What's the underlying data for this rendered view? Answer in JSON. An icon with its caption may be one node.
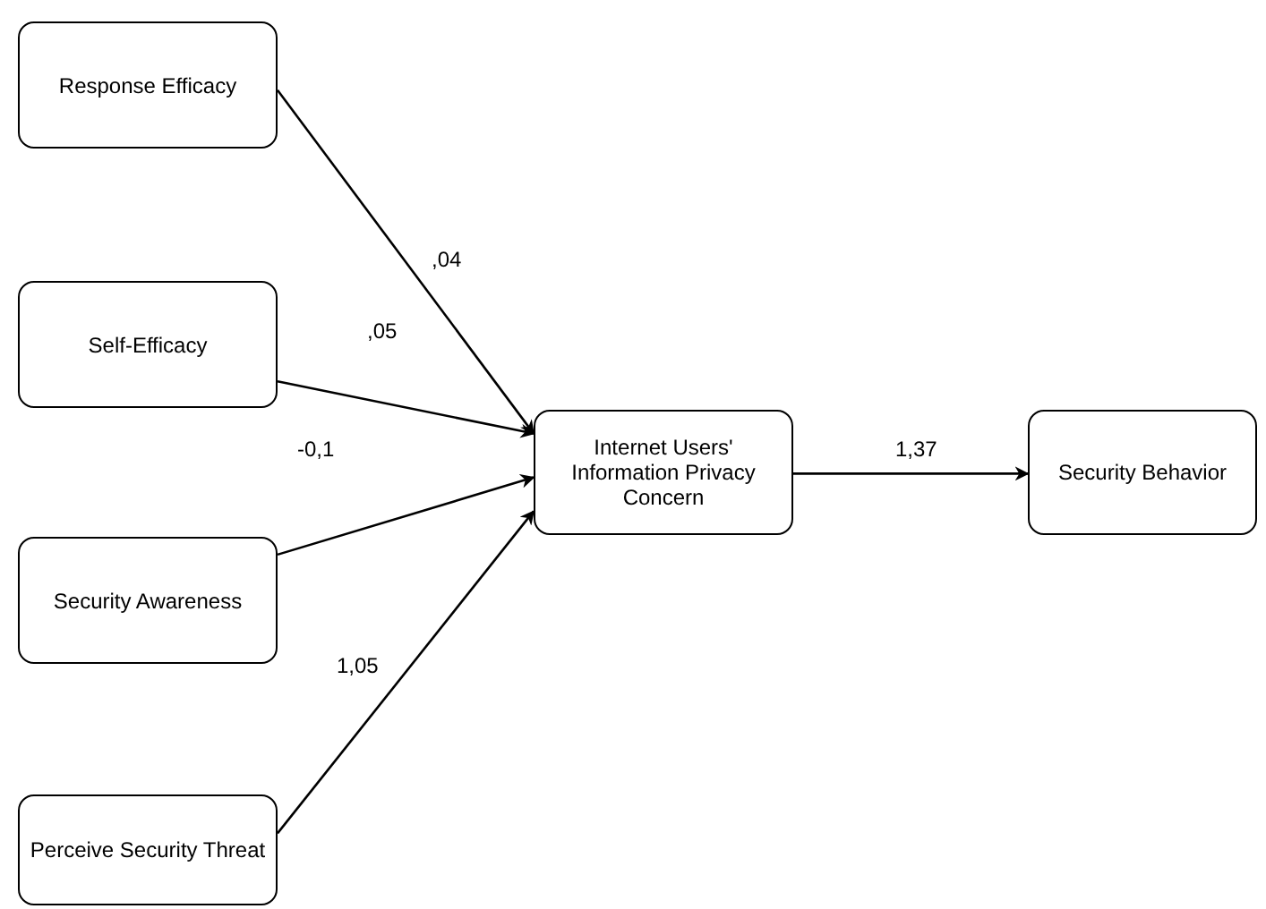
{
  "diagram": {
    "nodes": [
      {
        "text": [
          "Response Efficacy"
        ]
      },
      {
        "text": [
          "Self-Efficacy"
        ]
      },
      {
        "text": [
          "Security Awareness"
        ]
      },
      {
        "text": [
          "Perceive Security Threat"
        ]
      },
      {
        "text": [
          "Internet Users' Information Privacy Concern"
        ]
      },
      {
        "text": [
          "Security Behavior"
        ]
      }
    ],
    "edges": [
      {
        "from": 0,
        "to": 4,
        "arrow": "to",
        "label": ",04"
      },
      {
        "from": 1,
        "to": 4,
        "arrow": "to",
        "label": ",05"
      },
      {
        "from": 2,
        "to": 4,
        "arrow": "to",
        "label": "-0,1"
      },
      {
        "from": 3,
        "to": 4,
        "arrow": "to",
        "label": "1,05"
      },
      {
        "from": 4,
        "to": 5,
        "arrow": "to",
        "label": "1,37"
      }
    ]
  }
}
